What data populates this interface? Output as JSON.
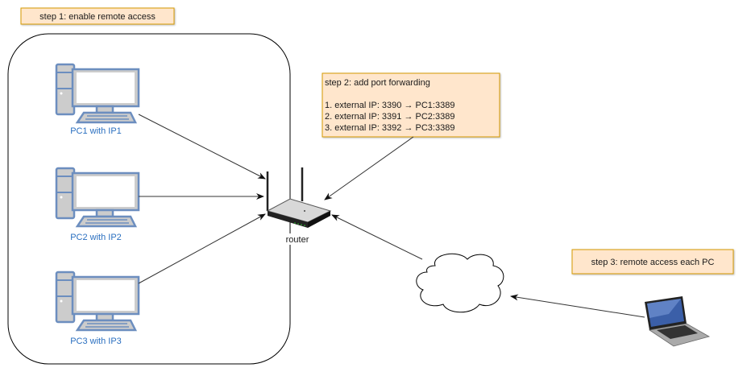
{
  "notes": {
    "step1": "step 1: enable remote access",
    "step2": {
      "title": "step 2:  add port forwarding",
      "rules": [
        "1. external IP:  3390  →  PC1:3389",
        "2. external IP:  3391  →  PC2:3389",
        "3. external IP:  3392  →  PC3:3389"
      ]
    },
    "step3": "step 3:  remote access each PC"
  },
  "nodes": {
    "pc1": "PC1 with  IP1",
    "pc2": "PC2 with IP2",
    "pc3": "PC3 with IP3",
    "router": "router"
  },
  "icons": [
    "desktop-pc-icon",
    "router-icon",
    "cloud-icon",
    "laptop-icon"
  ],
  "colors": {
    "note_fill": "#ffe6cc",
    "note_border": "#d79b00",
    "pc_label": "#2a6fc0",
    "pc_outline": "#6c8ebf"
  }
}
